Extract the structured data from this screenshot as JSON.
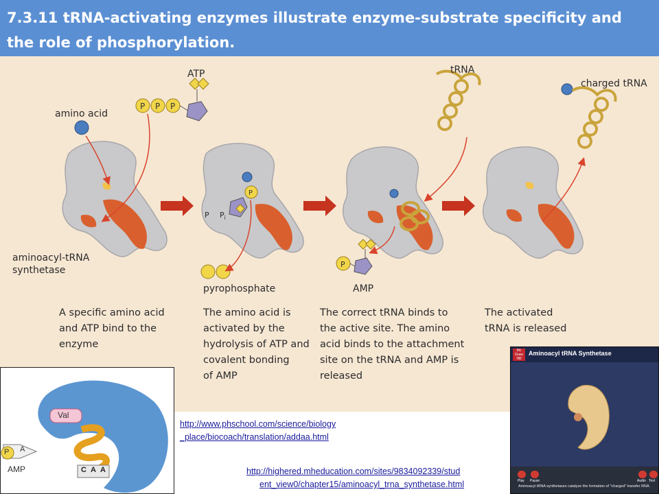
{
  "slide": {
    "title_line1": "7.3.11 tRNA-activating enzymes illustrate enzyme-substrate specificity and",
    "title_line2": "the role of phosphorylation."
  },
  "diagram": {
    "labels": {
      "atp": "ATP",
      "amino_acid": "amino acid",
      "trna": "tRNA",
      "charged_trna": "charged tRNA",
      "enzyme": "aminoacyl-tRNA\nsynthetase",
      "pyrophosphate": "pyrophosphate",
      "amp": "AMP",
      "p": "P",
      "pi": "P",
      "pi_sub": "i"
    },
    "captions": [
      "A specific amino acid\nand ATP bind to the\nenzyme",
      "The amino acid is\nactivated by the\nhydrolysis of ATP and\ncovalent bonding\nof AMP",
      "The correct tRNA binds to\nthe active site. The amino\nacid binds to the attachment\nsite on the tRNA and AMP is\nreleased",
      "The activated\ntRNA is released"
    ],
    "colors": {
      "background": "#f6e7d3",
      "enzyme": "#c9c9cb",
      "active_site": "#d9602e",
      "amino_acid": "#4a7dbf",
      "phosphate": "#f2d64a",
      "ribose": "#9b93c6",
      "arrow": "#d9442c"
    }
  },
  "inset_left": {
    "val_label": "Val",
    "p_label": "P",
    "a_label": "A",
    "amp_label": "AMP",
    "anticodon": [
      "C",
      "A",
      "A"
    ]
  },
  "inset_right": {
    "brand": "Mc Graw Hill",
    "title": "Aminoacyl tRNA Synthetase",
    "caption": "Aminoacyl tRNA synthetases catalyze the formation of \"charged\" transfer RNA.",
    "controls": [
      "Play",
      "Pause",
      "Audio",
      "Text"
    ]
  },
  "links": {
    "phschool_line1": "http://www.phschool.com/science/biology",
    "phschool_line2": "_place/biocoach/translation/addaa.html",
    "mhe_line1": "http://highered.mheducation.com/sites/9834092339/stud",
    "mhe_line2": "ent_view0/chapter15/aminoacyl_trna_synthetase.html"
  }
}
